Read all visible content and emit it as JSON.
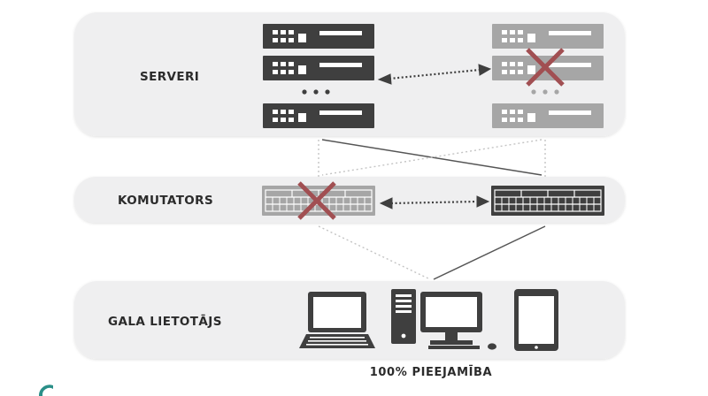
{
  "tiers": {
    "servers": {
      "label": "SERVERI"
    },
    "switches": {
      "label": "KOMUTATORS"
    },
    "end_users": {
      "label": "GALA LIETOTĀJS"
    }
  },
  "caption": "100% PIEEJAMĪBA",
  "colors": {
    "panel": "#efeff0",
    "device_active": "#3f3f3f",
    "device_failed": "#a6a6a6",
    "failure_mark": "#a14f52",
    "link_active": "#555555",
    "link_inactive": "#c4c4c4"
  },
  "status": {
    "server_group_left": "active",
    "server_group_right": "failed",
    "switch_left": "failed",
    "switch_right": "active"
  },
  "icons": [
    "server-rack-icon",
    "network-switch-icon",
    "laptop-icon",
    "desktop-computer-icon",
    "tablet-icon",
    "failure-x-icon",
    "bidirectional-arrow-icon",
    "ellipsis-icon"
  ]
}
